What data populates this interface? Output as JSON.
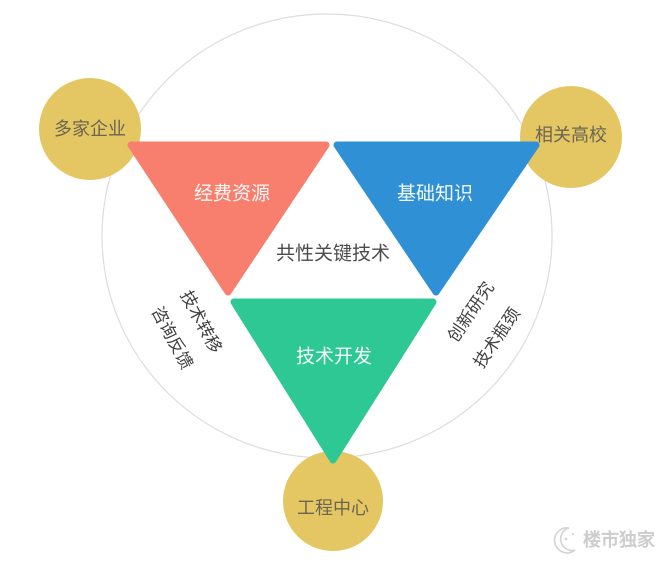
{
  "colors": {
    "gold": "#e4c763",
    "salmon": "#f87e6d",
    "blue": "#2f90d5",
    "green": "#2dc893",
    "outline": "#dddddd",
    "node_text": "#6b6551",
    "tri_text": "#ffffff",
    "center_text": "#4c4c4c",
    "edge_text": "#404040",
    "watermark_text": "#cdcdcd"
  },
  "diagram": {
    "center_label": "共性关键技术",
    "circles": [
      {
        "id": "enterprises",
        "label": "多家企业"
      },
      {
        "id": "universities",
        "label": "相关高校"
      },
      {
        "id": "engineering-center",
        "label": "工程中心"
      }
    ],
    "triangles": [
      {
        "id": "funding-resources",
        "label": "经费资源"
      },
      {
        "id": "basic-knowledge",
        "label": "基础知识"
      },
      {
        "id": "tech-development",
        "label": "技术开发"
      }
    ],
    "edge_labels": {
      "left_line1": "技术转移",
      "left_line2": "咨询反馈",
      "right_line1": "创新研究",
      "right_line2": "技术瓶颈"
    }
  },
  "watermark": {
    "text": "楼市独家",
    "icon": "moon-face-icon"
  }
}
